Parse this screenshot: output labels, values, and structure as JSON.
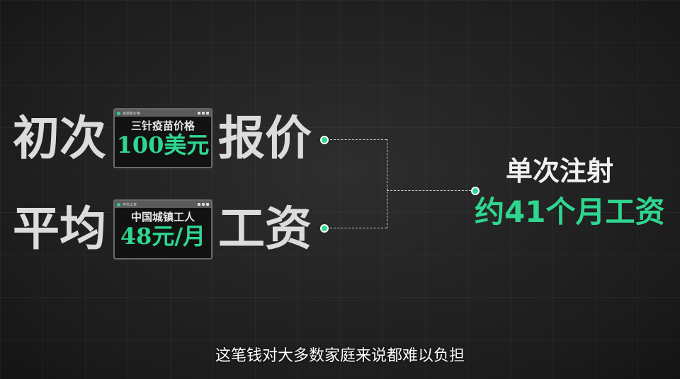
{
  "row1": {
    "left": "初次",
    "right": "报价",
    "window_title": "疫苗新价格",
    "label": "三针疫苗价格",
    "value": "100美元"
  },
  "row2": {
    "left": "平均",
    "right": "工资",
    "window_title": "平均工资",
    "label": "中国城镇工人",
    "value": "48元/月"
  },
  "result": {
    "line1": "单次注射",
    "line2": "约41个月工资"
  },
  "subtitle": "这笔钱对大多数家庭来说都难以负担",
  "colors": {
    "accent": "#2fd690",
    "background": "#1e1e1e"
  }
}
